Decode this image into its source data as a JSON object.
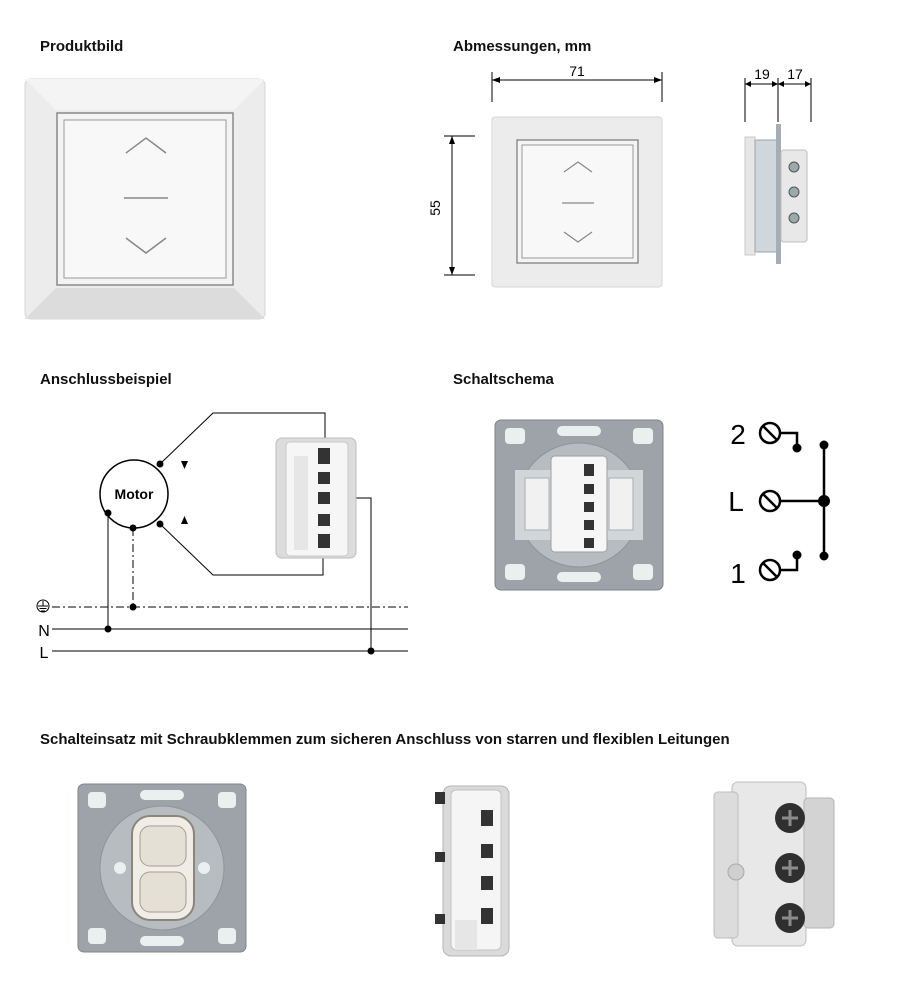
{
  "sections": {
    "product": {
      "title": "Produktbild"
    },
    "dimensions": {
      "title": "Abmessungen, mm",
      "width": "71",
      "height": "55",
      "depth_front": "19",
      "depth_back": "17"
    },
    "connection": {
      "title": "Anschlussbeispiel",
      "motor_label": "Motor",
      "n_label": "N",
      "l_label": "L"
    },
    "schematic": {
      "title": "Schaltschema",
      "terminal_2": "2",
      "terminal_l": "L",
      "terminal_1": "1"
    },
    "insert": {
      "title": "Schalteinsatz mit Schraubklemmen zum sicheren Anschluss von starren und flexiblen Leitungen"
    }
  },
  "icons": {
    "ground": "ground-symbol-icon"
  }
}
